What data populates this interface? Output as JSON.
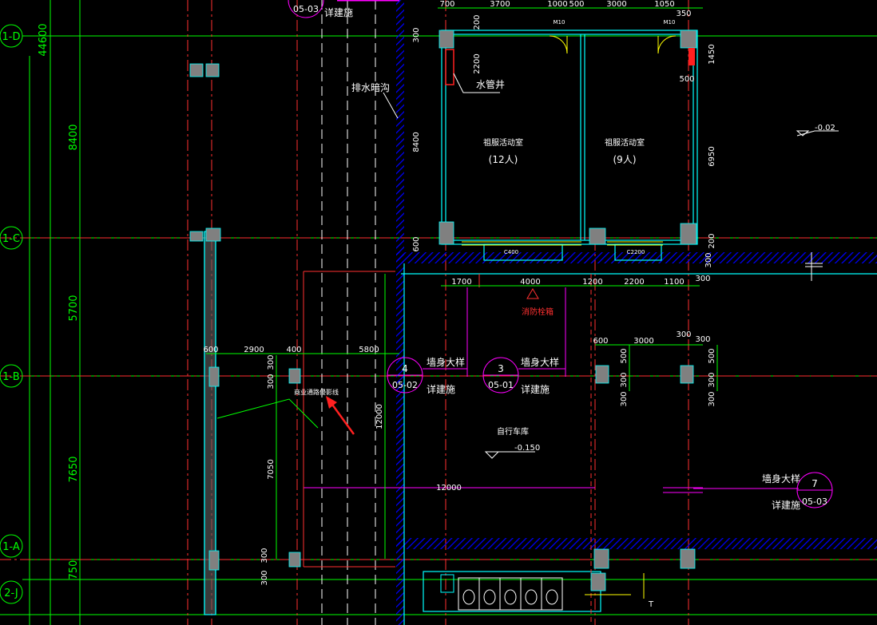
{
  "colors": {
    "background": "#000000",
    "grid_axis": "#00ff00",
    "center_line": "#ff3030",
    "wall_cyan": "#00ffff",
    "column_fill": "#808080",
    "dimension": "#00ff00",
    "text_white": "#ffffff",
    "callout_magenta": "#ff00ff",
    "arrow_red": "#ff2020",
    "hatch_blue": "#0000ff",
    "door_yellow": "#ffff00",
    "note_red": "#ff3030"
  },
  "axis_labels": [
    {
      "id": "1d",
      "text": "1-D"
    },
    {
      "id": "1c",
      "text": "1-C"
    },
    {
      "id": "1b",
      "text": "1-B"
    },
    {
      "id": "1a",
      "text": "1-A"
    },
    {
      "id": "2j",
      "text": "2-J"
    }
  ],
  "left_dimensions": {
    "total": "44600",
    "d1": "8400",
    "d2": "5700",
    "d3": "7650",
    "d4": "750"
  },
  "top_dimensions": [
    "700",
    "3700",
    "1000",
    "500",
    "3000",
    "1050",
    "350"
  ],
  "room_left": {
    "name": "祖服活动室",
    "capacity": "(12人)"
  },
  "room_right": {
    "name": "祖服活动室",
    "capacity": "(9人)"
  },
  "upper_labels": {
    "water_well": "水管井",
    "drain": "排水暗沟",
    "d2200": "2200",
    "d200": "200",
    "d300": "300",
    "d8400": "8400",
    "d600": "600",
    "d1450": "1450",
    "d500": "500",
    "d6950": "6950",
    "d200b": "200",
    "d300b": "300",
    "m10a": "M10",
    "m10b": "M10",
    "c400a": "C400",
    "c400b": "C2200",
    "elev_right": "-0.02",
    "callout_top_code": "05-03",
    "callout_top_text": "详建施"
  },
  "mid_dimensions": {
    "row1": [
      "1700",
      "4000",
      "1200",
      "2200",
      "1100",
      "300"
    ],
    "row2_left": [
      "600",
      "2900",
      "400",
      "5800"
    ],
    "row2_right": [
      "600",
      "3000",
      "300"
    ],
    "v300a": "300",
    "v300b": "300",
    "v500": "500",
    "v300c": "300",
    "v300d": "300",
    "v500b": "500",
    "v300e": "300",
    "v300f": "300",
    "v12000": "12000",
    "v7050": "7050",
    "h12000": "12000",
    "v300g": "300",
    "v300h": "300"
  },
  "callouts": [
    {
      "id": "c4",
      "num": "4",
      "code": "05-02",
      "title": "墙身大样",
      "sub": "详建施"
    },
    {
      "id": "c3",
      "num": "3",
      "code": "05-01",
      "title": "墙身大样",
      "sub": "详建施"
    },
    {
      "id": "c7",
      "num": "7",
      "code": "05-03",
      "title": "墙身大样",
      "sub": "详建施"
    }
  ],
  "notes": {
    "red_note": "消防栓箱",
    "bike_area": "自行车库",
    "elev_center": "-0.150",
    "small_white": "商业通路侵影线",
    "section_mark": "T"
  }
}
